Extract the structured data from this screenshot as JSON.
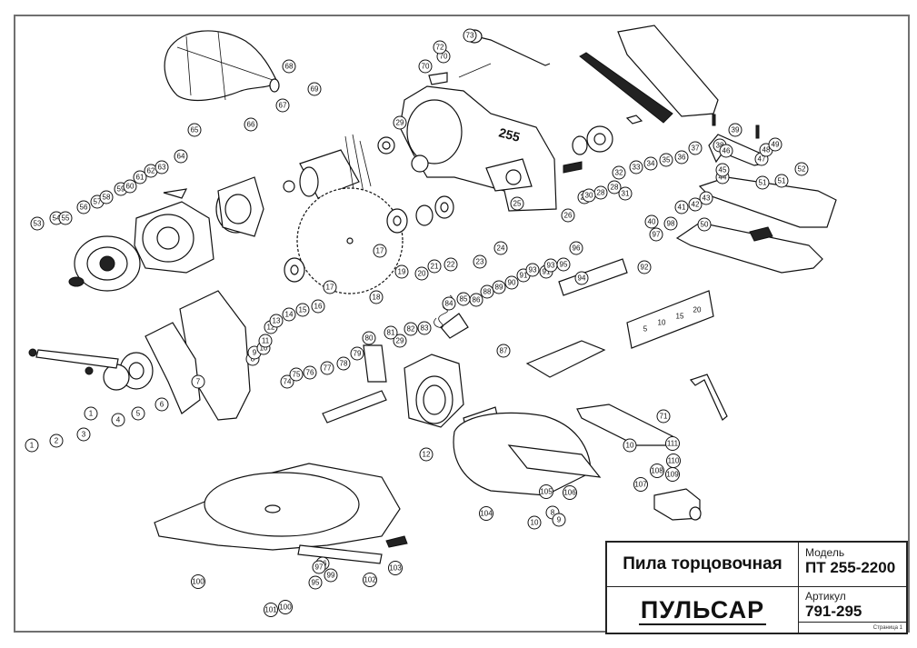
{
  "title_block": {
    "product_name": "Пила торцовочная",
    "brand_logo": "ПУЛЬСАР",
    "model_label": "Модель",
    "model_value": "ПТ 255-2200",
    "article_label": "Артикул",
    "article_value": "791-295",
    "page_label": "Страница 1"
  },
  "diagram": {
    "type": "exploded-parts-view",
    "blade_marking": "255",
    "fence_scale_ticks": [
      "5",
      "10",
      "15",
      "20"
    ],
    "part_labels": [
      "1",
      "1",
      "2",
      "3",
      "4",
      "5",
      "6",
      "7",
      "8",
      "8",
      "9",
      "9",
      "10",
      "10",
      "10",
      "11",
      "12",
      "12",
      "13",
      "14",
      "15",
      "16",
      "17",
      "17",
      "18",
      "19",
      "20",
      "21",
      "22",
      "23",
      "24",
      "25",
      "26",
      "27",
      "28",
      "28",
      "29",
      "29",
      "30",
      "31",
      "32",
      "33",
      "34",
      "35",
      "36",
      "37",
      "38",
      "39",
      "40",
      "41",
      "42",
      "43",
      "44",
      "45",
      "46",
      "47",
      "48",
      "49",
      "50",
      "51",
      "51",
      "52",
      "53",
      "54",
      "55",
      "56",
      "57",
      "58",
      "59",
      "60",
      "61",
      "62",
      "63",
      "64",
      "65",
      "66",
      "67",
      "68",
      "69",
      "70",
      "70",
      "71",
      "72",
      "73",
      "74",
      "75",
      "76",
      "77",
      "78",
      "79",
      "80",
      "81",
      "82",
      "83",
      "84",
      "85",
      "86",
      "87",
      "88",
      "89",
      "90",
      "91",
      "91",
      "92",
      "93",
      "93",
      "94",
      "95",
      "95",
      "96",
      "96",
      "97",
      "97",
      "98",
      "99",
      "100",
      "100",
      "101",
      "102",
      "103",
      "104",
      "105",
      "106",
      "107",
      "108",
      "109",
      "110",
      "111"
    ]
  }
}
